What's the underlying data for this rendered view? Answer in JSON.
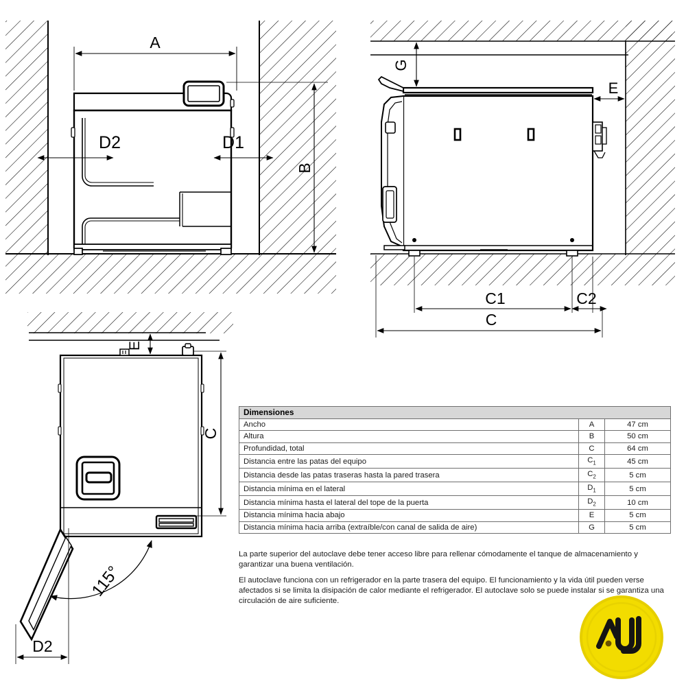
{
  "document": {
    "kind": "installation-dimension-drawing",
    "title_visible": false
  },
  "views": {
    "front": {
      "name": "front-view",
      "dimension_labels": [
        "A",
        "B",
        "D2",
        "D1"
      ]
    },
    "side": {
      "name": "side-view",
      "dimension_labels": [
        "G",
        "E",
        "C1",
        "C2",
        "C"
      ]
    },
    "top": {
      "name": "top-view-door-open",
      "dimension_labels": [
        "E",
        "C",
        "D2"
      ],
      "angle_label": "115°"
    }
  },
  "labels": {
    "A": "A",
    "B": "B",
    "C": "C",
    "C1": "C1",
    "C2": "C2",
    "D1": "D1",
    "D2": "D2",
    "E": "E",
    "G": "G",
    "angle": "115°"
  },
  "table": {
    "header": "Dimensiones",
    "columns": [
      "",
      "",
      ""
    ],
    "rows": [
      {
        "label": "Ancho",
        "symbol": "A",
        "sub": "",
        "value": "47 cm"
      },
      {
        "label": "Altura",
        "symbol": "B",
        "sub": "",
        "value": "50 cm"
      },
      {
        "label": "Profundidad, total",
        "symbol": "C",
        "sub": "",
        "value": "64 cm"
      },
      {
        "label": "Distancia entre las patas del equipo",
        "symbol": "C",
        "sub": "1",
        "value": "45 cm"
      },
      {
        "label": "Distancia desde las patas traseras hasta la pared trasera",
        "symbol": "C",
        "sub": "2",
        "value": "5 cm"
      },
      {
        "label": "Distancia mínima en el lateral",
        "symbol": "D",
        "sub": "1",
        "value": "5 cm"
      },
      {
        "label": "Distancia mínima hasta el lateral del tope de la puerta",
        "symbol": "D",
        "sub": "2",
        "value": "10 cm"
      },
      {
        "label": "Distancia mínima hacia abajo",
        "symbol": "E",
        "sub": "",
        "value": "5 cm"
      },
      {
        "label": "Distancia mínima hacia arriba (extraíble/con canal de salida de aire)",
        "symbol": "G",
        "sub": "",
        "value": "5 cm"
      }
    ]
  },
  "notes": {
    "note1": "La parte superior del autoclave debe tener acceso libre para rellenar cómodamente el tanque de almacenamiento y garantizar una buena ventilación.",
    "note2": "El autoclave funciona con un refrigerador en la parte trasera del equipo. El funcionamiento y la vida útil pueden verse afectados si se limita la disipación de calor mediante el refrigerador. El autoclave solo se puede instalar si se garantiza una circulación de aire suficiente."
  },
  "logo": {
    "name": "au-logo",
    "text": "AU",
    "background_color": "#F2DC00",
    "ring_color": "#E8CE00",
    "letter_color": "#141414",
    "dot_color": "#6B5300"
  },
  "colors": {
    "line": "#000000",
    "thin_line": "#1a1a1a",
    "table_border": "#6e6e6e",
    "table_header_bg": "#d7d7d7",
    "text": "#1a1a1a",
    "background": "#ffffff"
  }
}
